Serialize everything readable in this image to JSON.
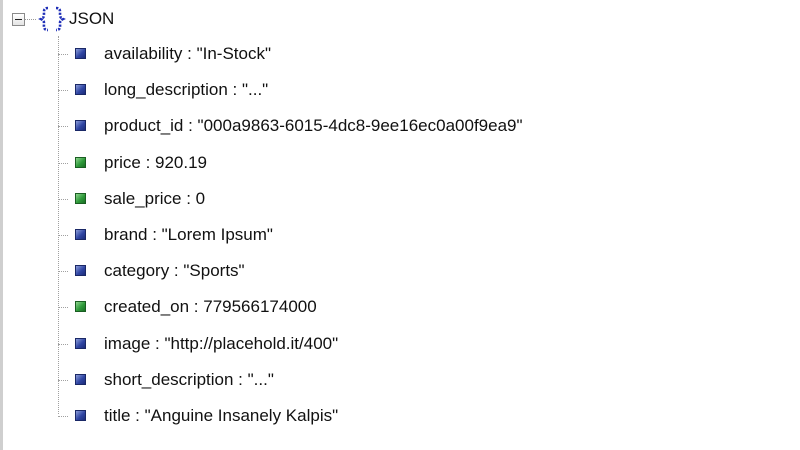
{
  "root": {
    "label": "JSON",
    "icon": "curly-braces-icon",
    "expander_icon": "collapse-minus-icon"
  },
  "colors": {
    "string_icon": "#2f45a3",
    "number_icon": "#2e9a3a",
    "braces": "#1f2fb8"
  },
  "nodes": [
    {
      "text": "availability : \"In-Stock\"",
      "type": "string"
    },
    {
      "text": "long_description : \"...\"",
      "type": "string"
    },
    {
      "text": "product_id : \"000a9863-6015-4dc8-9ee16ec0a00f9ea9\"",
      "type": "string"
    },
    {
      "text": "price : 920.19",
      "type": "number"
    },
    {
      "text": "sale_price : 0",
      "type": "number"
    },
    {
      "text": "brand : \"Lorem Ipsum\"",
      "type": "string"
    },
    {
      "text": "category : \"Sports\"",
      "type": "string"
    },
    {
      "text": "created_on : 779566174000",
      "type": "number"
    },
    {
      "text": "image : \"http://placehold.it/400\"",
      "type": "string"
    },
    {
      "text": "short_description : \"...\"",
      "type": "string"
    },
    {
      "text": "title : \"Anguine Insanely Kalpis\"",
      "type": "string"
    }
  ]
}
